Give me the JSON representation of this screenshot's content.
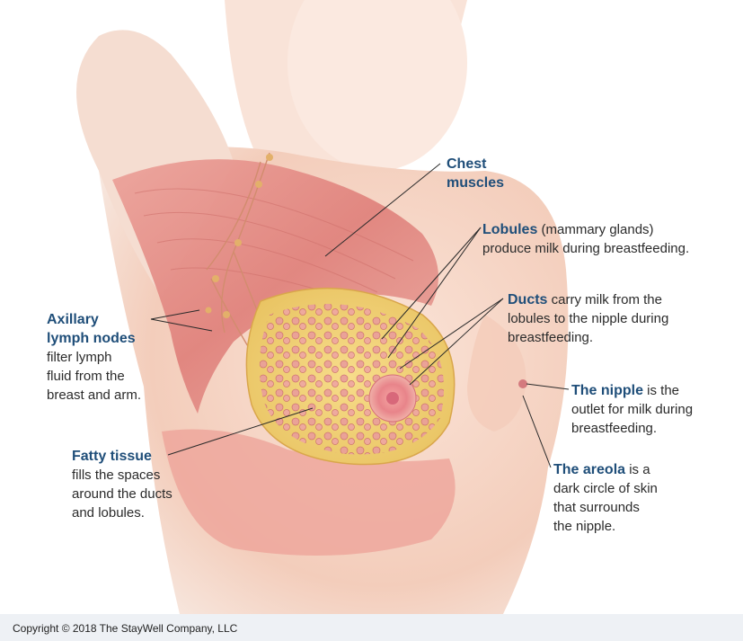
{
  "labels": {
    "chest": {
      "title": "Chest\nmuscles",
      "text": ""
    },
    "lobules": {
      "title": "Lobules",
      "text": " (mammary glands)\nproduce milk during breastfeeding."
    },
    "ducts": {
      "title": "Ducts",
      "text": " carry milk from the\nlobules to the nipple during\nbreastfeeding."
    },
    "axillary": {
      "title": "Axillary\nlymph nodes",
      "text": "filter lymph\nfluid from the\nbreast and arm."
    },
    "nipple": {
      "title": "The nipple",
      "text": " is the\noutlet for milk during\nbreastfeeding."
    },
    "fatty": {
      "title": "Fatty tissue",
      "text": "fills the spaces\naround the ducts\nand lobules."
    },
    "areola": {
      "title": "The areola",
      "text": " is a\ndark circle of skin\nthat surrounds\nthe nipple."
    }
  },
  "copyright": "Copyright © 2018 The StayWell Company, LLC",
  "colors": {
    "label_title": "#1f4e79",
    "skin": "#f6d2c0",
    "muscle": "#e7928b",
    "fat": "#f1d27a",
    "areola": "#e77f85"
  }
}
